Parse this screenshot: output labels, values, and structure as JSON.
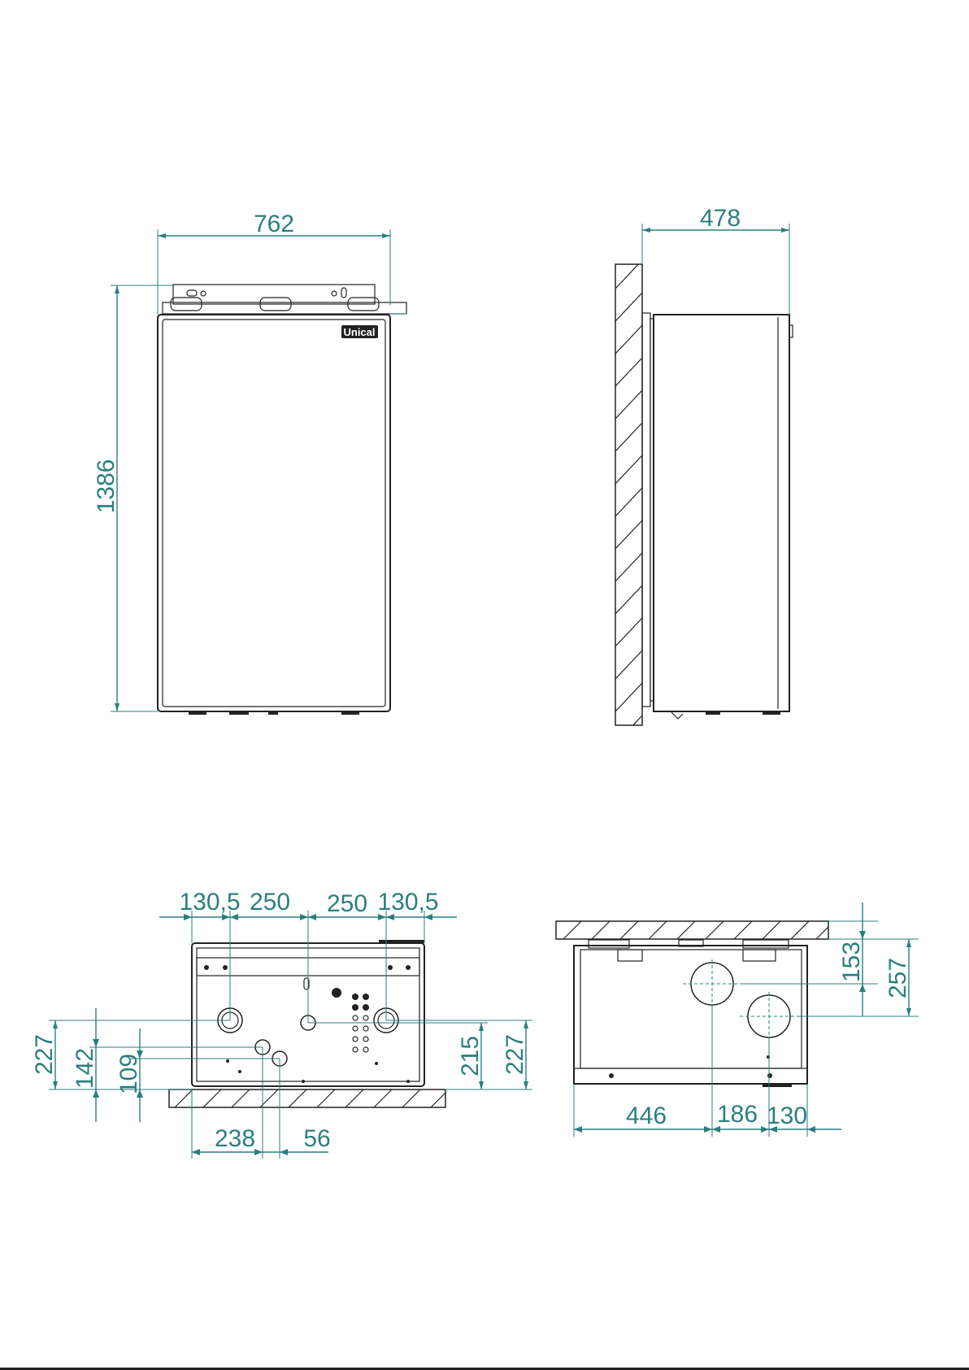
{
  "brand": {
    "logo_text": "Unical"
  },
  "dimensions": {
    "front_width": "762",
    "front_height": "1386",
    "side_depth": "478",
    "bottom_130_5_left": "130,5",
    "bottom_250_left": "250",
    "bottom_250_right": "250",
    "bottom_130_5_right": "130,5",
    "bottom_227_left": "227",
    "bottom_142": "142",
    "bottom_109": "109",
    "bottom_215": "215",
    "bottom_227_right": "227",
    "bottom_238": "238",
    "bottom_56": "56",
    "top_153": "153",
    "top_257": "257",
    "top_446": "446",
    "top_186": "186",
    "top_130": "130"
  },
  "colors": {
    "dimension": "#2a7f7f",
    "outline": "#222222"
  }
}
